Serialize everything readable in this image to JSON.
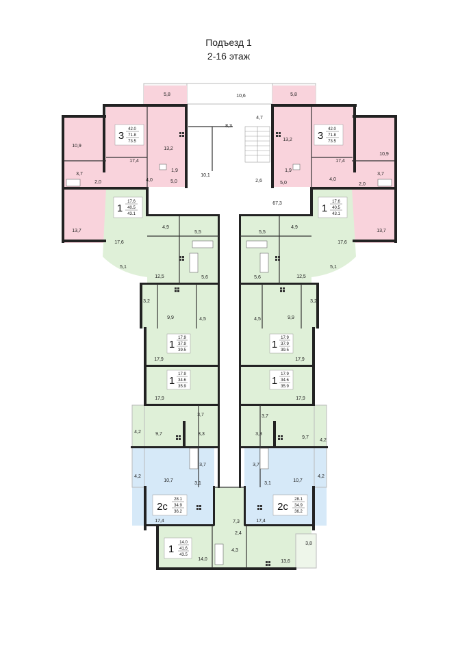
{
  "header": {
    "entrance": "Подъезд 1",
    "floors": "2-16 этаж"
  },
  "colors": {
    "three_room": "#f9d3dc",
    "one_room": "#dff0d8",
    "two_room_studio": "#d6e9f8",
    "wall": "#222222",
    "balcony": "#f7f7f7"
  },
  "common_areas": [
    "10,6",
    "4,7",
    "8,3",
    "10,1",
    "2,6",
    "67,3"
  ],
  "apartments": [
    {
      "rooms": "3",
      "area_living": "42.0",
      "area_total": "71.8",
      "area_with_balcony": "73.5",
      "color": "three_room",
      "room_areas": [
        "5,8",
        "13,2",
        "1,9",
        "5,0",
        "4,0",
        "2,0",
        "3,7",
        "10,9",
        "17,4",
        "13,7"
      ]
    },
    {
      "rooms": "3",
      "area_living": "42.0",
      "area_total": "71.8",
      "area_with_balcony": "73.5",
      "color": "three_room",
      "room_areas": [
        "5,8",
        "13,2",
        "1,9",
        "5,0",
        "4,0",
        "2,0",
        "3,7",
        "10,9",
        "17,4",
        "13,7"
      ]
    },
    {
      "rooms": "1",
      "area_living": "17.6",
      "area_total": "40.5",
      "area_with_balcony": "43.1",
      "color": "one_room",
      "room_areas": [
        "4,9",
        "5,5",
        "17,6",
        "5,1",
        "12,5",
        "5,6"
      ]
    },
    {
      "rooms": "1",
      "area_living": "17.6",
      "area_total": "40.5",
      "area_with_balcony": "43.1",
      "color": "one_room",
      "room_areas": [
        "4,9",
        "5,5",
        "17,6",
        "5,1",
        "12,5",
        "5,6"
      ]
    },
    {
      "rooms": "1",
      "area_living": "17.9",
      "area_total": "37.9",
      "area_with_balcony": "39.5",
      "color": "one_room",
      "room_areas": [
        "3,2",
        "9,9",
        "4,5",
        "17,9"
      ]
    },
    {
      "rooms": "1",
      "area_living": "17.9",
      "area_total": "37.9",
      "area_with_balcony": "39.5",
      "color": "one_room",
      "room_areas": [
        "3,2",
        "9,9",
        "4,5",
        "17,9"
      ]
    },
    {
      "rooms": "1",
      "area_living": "17.9",
      "area_total": "34.6",
      "area_with_balcony": "35.9",
      "color": "one_room",
      "room_areas": [
        "17,9",
        "3,7",
        "4,2",
        "9,7",
        "3,3"
      ]
    },
    {
      "rooms": "1",
      "area_living": "17.9",
      "area_total": "34.6",
      "area_with_balcony": "35.9",
      "color": "one_room",
      "room_areas": [
        "17,9",
        "3,7",
        "4,2",
        "9,7",
        "3,3"
      ]
    },
    {
      "rooms": "2с",
      "area_living": "28.1",
      "area_total": "34.9",
      "area_with_balcony": "36.2",
      "color": "two_room_studio",
      "room_areas": [
        "4,2",
        "10,7",
        "3,7",
        "3,1",
        "17,4"
      ]
    },
    {
      "rooms": "2с",
      "area_living": "28.1",
      "area_total": "34.9",
      "area_with_balcony": "36.2",
      "color": "two_room_studio",
      "room_areas": [
        "4,2",
        "10,7",
        "3,7",
        "3,1",
        "17,4"
      ]
    },
    {
      "rooms": "1",
      "area_living": "14.0",
      "area_total": "41.6",
      "area_with_balcony": "43.5",
      "color": "one_room",
      "room_areas": [
        "7,3",
        "2,4",
        "4,3",
        "14,0",
        "13,6",
        "3,8"
      ]
    }
  ]
}
